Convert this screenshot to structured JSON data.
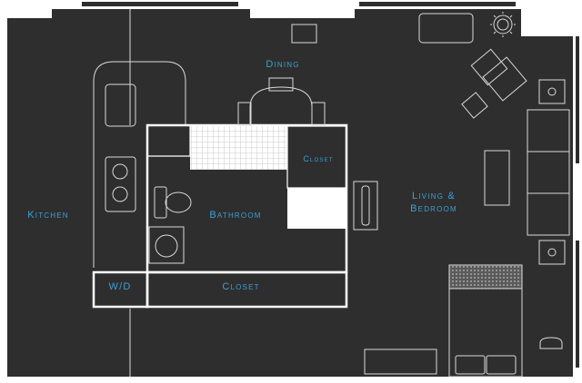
{
  "floor_plan": {
    "rooms": {
      "kitchen": "Kitchen",
      "dining": "Dining",
      "bathroom": "Bathroom",
      "closet_top": "Closet",
      "closet_bottom": "Closet",
      "wd": "W/D",
      "living_line1": "Living &",
      "living_line2": "Bedroom"
    },
    "colors": {
      "floor": "#2e2e2e",
      "wall_line": "#ffffff",
      "label": "#3aa0d8",
      "background": "#ffffff"
    }
  }
}
